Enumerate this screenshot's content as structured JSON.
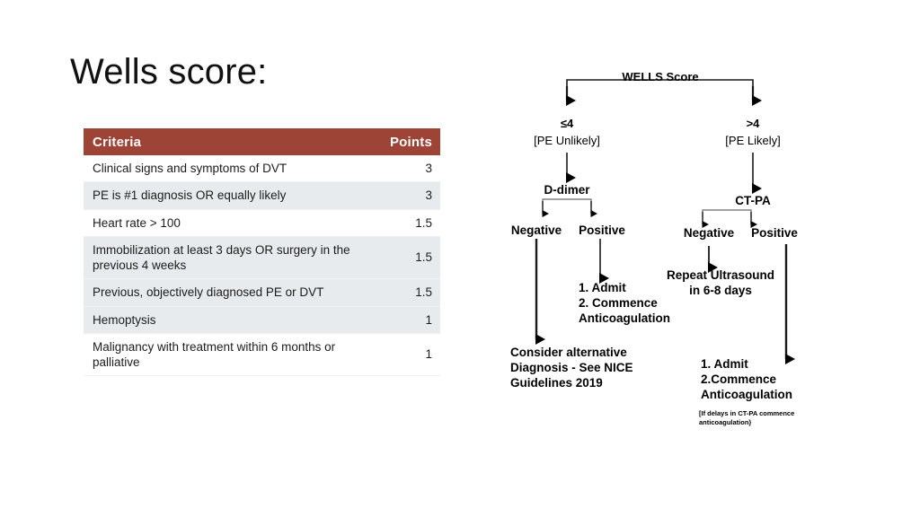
{
  "slide": {
    "title": "Wells score:"
  },
  "criteria_table": {
    "header_color": "#9e4437",
    "shaded_row_color": "#e8ebed",
    "columns": [
      "Criteria",
      "Points"
    ],
    "rows": [
      {
        "criteria": "Clinical signs and symptoms of DVT",
        "points": "3"
      },
      {
        "criteria": "PE is #1 diagnosis OR equally likely",
        "points": "3"
      },
      {
        "criteria": "Heart rate > 100",
        "points": "1.5"
      },
      {
        "criteria": "Immobilization at least 3 days OR surgery in the previous 4 weeks",
        "points": "1.5"
      },
      {
        "criteria": "Previous, objectively diagnosed PE or DVT",
        "points": "1.5"
      },
      {
        "criteria": "Hemoptysis",
        "points": "1"
      },
      {
        "criteria": "Malignancy with treatment within 6 months or palliative",
        "points": "1"
      }
    ]
  },
  "flowchart": {
    "title": "WELLS Score",
    "left_branch": {
      "score": "≤4",
      "likelihood": "[PE Unlikely]",
      "test": "D-dimer",
      "negative": "Negative",
      "positive": "Positive",
      "negative_outcome": "Consider alternative\nDiagnosis - See NICE\nGuidelines 2019",
      "negative_outcome_lines": [
        "Consider alternative",
        "Diagnosis - See NICE",
        "Guidelines 2019"
      ],
      "positive_outcome_lines": [
        "1. Admit",
        "2. Commence",
        "Anticoagulation"
      ]
    },
    "right_branch": {
      "score": ">4",
      "likelihood": "[PE Likely]",
      "test": "CT-PA",
      "negative": "Negative",
      "positive": "Positive",
      "negative_outcome_lines": [
        "Repeat Ultrasound",
        "in 6-8 days"
      ],
      "positive_outcome_lines": [
        "1. Admit",
        "2.Commence",
        "Anticoagulation"
      ],
      "footnote_lines": [
        "[If delays in CT-PA commence",
        "anticoagulation}"
      ]
    }
  }
}
